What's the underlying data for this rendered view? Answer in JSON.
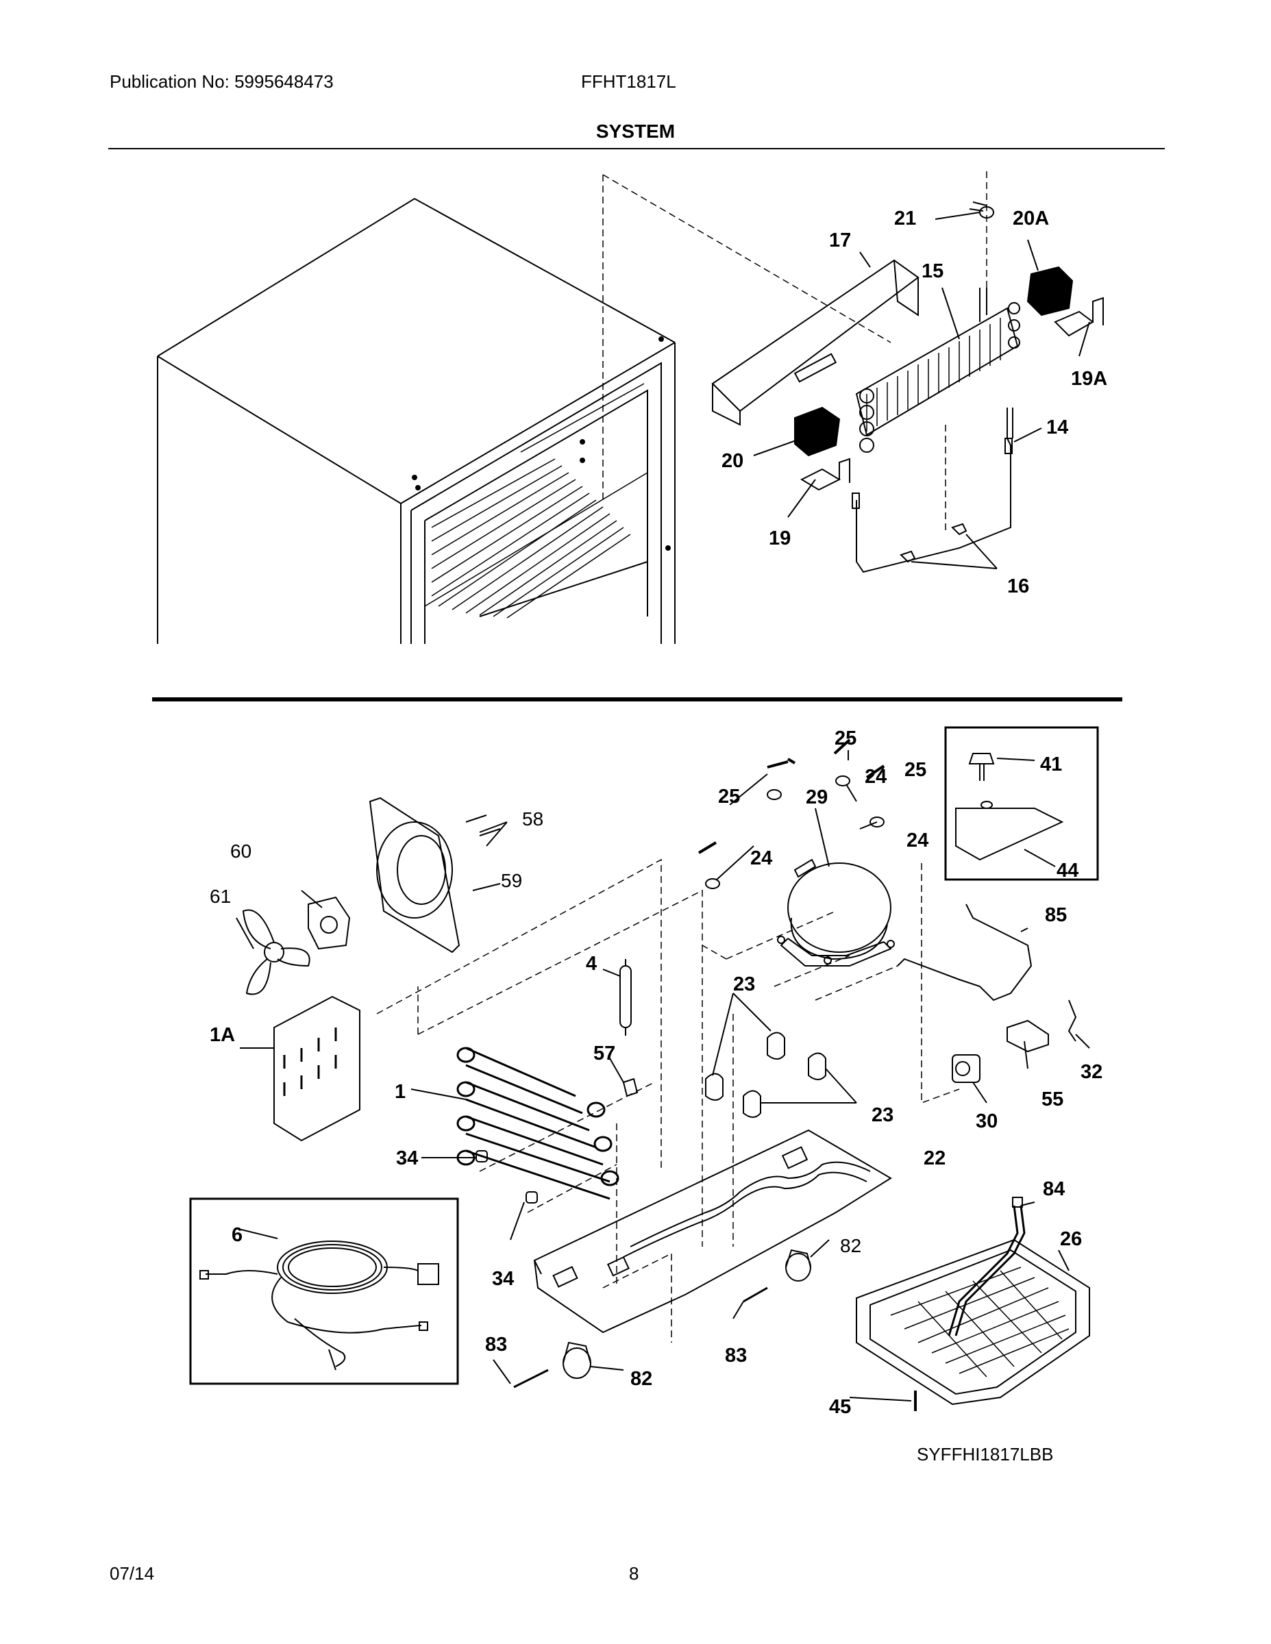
{
  "header": {
    "publication": "Publication No: 5995648473",
    "model": "FFHT1817L",
    "section": "SYSTEM"
  },
  "diagram_code": "SYFFHI1817LBB",
  "footer": {
    "date": "07/14",
    "page": "8"
  },
  "callouts": {
    "c21": "21",
    "c20A": "20A",
    "c17": "17",
    "c15": "15",
    "c19A": "19A",
    "c14": "14",
    "c20": "20",
    "c19": "19",
    "c16": "16",
    "c25a": "25",
    "c25b": "25",
    "c25c": "25",
    "c24a": "24",
    "c24b": "24",
    "c24c": "24",
    "c29": "29",
    "c41": "41",
    "c44": "44",
    "c58": "58",
    "c60": "60",
    "c59": "59",
    "c61": "61",
    "c85": "85",
    "c4": "4",
    "c23a": "23",
    "c23b": "23",
    "c1A": "1A",
    "c57": "57",
    "c32": "32",
    "c1": "1",
    "c55": "55",
    "c30": "30",
    "c34a": "34",
    "c34b": "34",
    "c22": "22",
    "c84": "84",
    "c6": "6",
    "c26": "26",
    "c82a": "82",
    "c82b": "82",
    "c83a": "83",
    "c83b": "83",
    "c45": "45"
  },
  "icons": [
    "refrigerator-cabinet",
    "evaporator-coil",
    "compressor",
    "condenser-coil",
    "fan-blade",
    "power-cord",
    "drain-pan"
  ]
}
